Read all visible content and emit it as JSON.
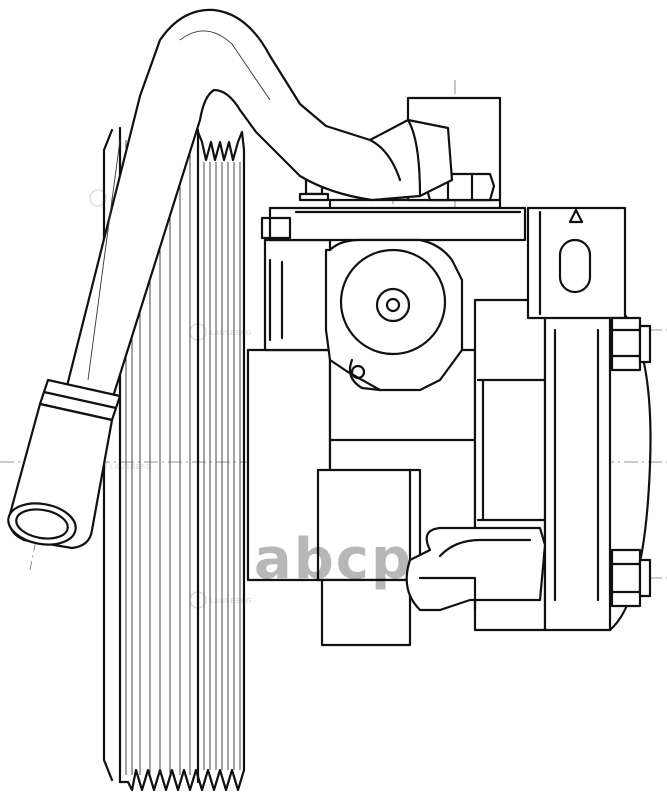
{
  "watermark": {
    "brand": "abcp",
    "small_mark": "LAUSBERG"
  },
  "colors": {
    "line": "#111111",
    "background": "#ffffff",
    "watermark": "#d8d8d8"
  },
  "icons": [
    "pulley",
    "hose",
    "pump-body",
    "bracket",
    "bolt"
  ]
}
